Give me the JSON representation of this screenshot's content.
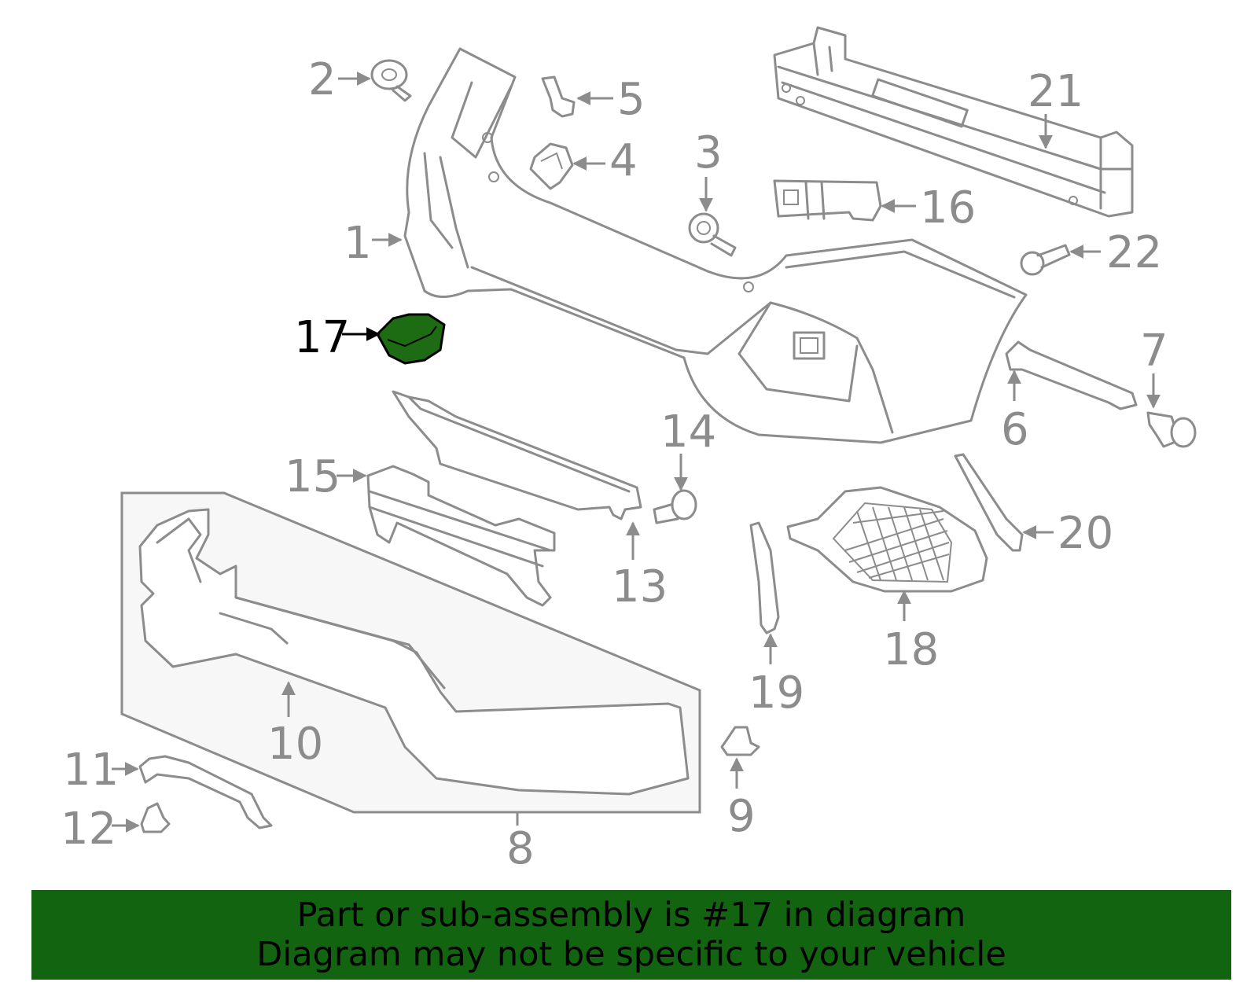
{
  "colors": {
    "line": "#8c8c8c",
    "highlight_fill": "#1d6b12",
    "banner_bg": "#136410",
    "box_fill": "#f7f7f7",
    "text_dark": "#000000"
  },
  "highlighted_part": "17",
  "callouts": [
    {
      "id": "1",
      "label": "1"
    },
    {
      "id": "2",
      "label": "2"
    },
    {
      "id": "3",
      "label": "3"
    },
    {
      "id": "4",
      "label": "4"
    },
    {
      "id": "5",
      "label": "5"
    },
    {
      "id": "6",
      "label": "6"
    },
    {
      "id": "7",
      "label": "7"
    },
    {
      "id": "8",
      "label": "8"
    },
    {
      "id": "9",
      "label": "9"
    },
    {
      "id": "10",
      "label": "10"
    },
    {
      "id": "11",
      "label": "11"
    },
    {
      "id": "12",
      "label": "12"
    },
    {
      "id": "13",
      "label": "13"
    },
    {
      "id": "14",
      "label": "14"
    },
    {
      "id": "15",
      "label": "15"
    },
    {
      "id": "16",
      "label": "16"
    },
    {
      "id": "17",
      "label": "17"
    },
    {
      "id": "18",
      "label": "18"
    },
    {
      "id": "19",
      "label": "19"
    },
    {
      "id": "20",
      "label": "20"
    },
    {
      "id": "21",
      "label": "21"
    },
    {
      "id": "22",
      "label": "22"
    }
  ],
  "banner": {
    "line1": "Part or sub-assembly is #17 in diagram",
    "line2": "Diagram may not be specific to your vehicle"
  }
}
